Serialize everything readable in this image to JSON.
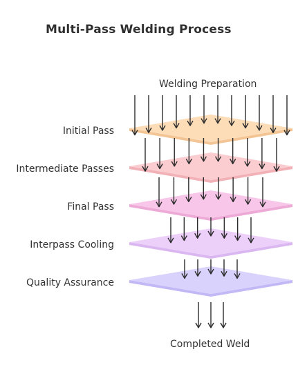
{
  "title": "Multi-Pass Welding Process",
  "input_label": "Welding Preparation",
  "output_label": "Completed Weld",
  "arrow_color": "#2b2b2b",
  "layers": [
    {
      "label": "Initial Pass",
      "fill": "#fddcb8",
      "edge": "#f3c594"
    },
    {
      "label": "Intermediate Passes",
      "fill": "#fbcdd0",
      "edge": "#f1b1b6"
    },
    {
      "label": "Final Pass",
      "fill": "#f8c6e8",
      "edge": "#eeaad7"
    },
    {
      "label": "Interpass Cooling",
      "fill": "#ecd0fa",
      "edge": "#dab7f1"
    },
    {
      "label": "Quality Assurance",
      "fill": "#d9d2fc",
      "edge": "#c2b8f5"
    }
  ]
}
